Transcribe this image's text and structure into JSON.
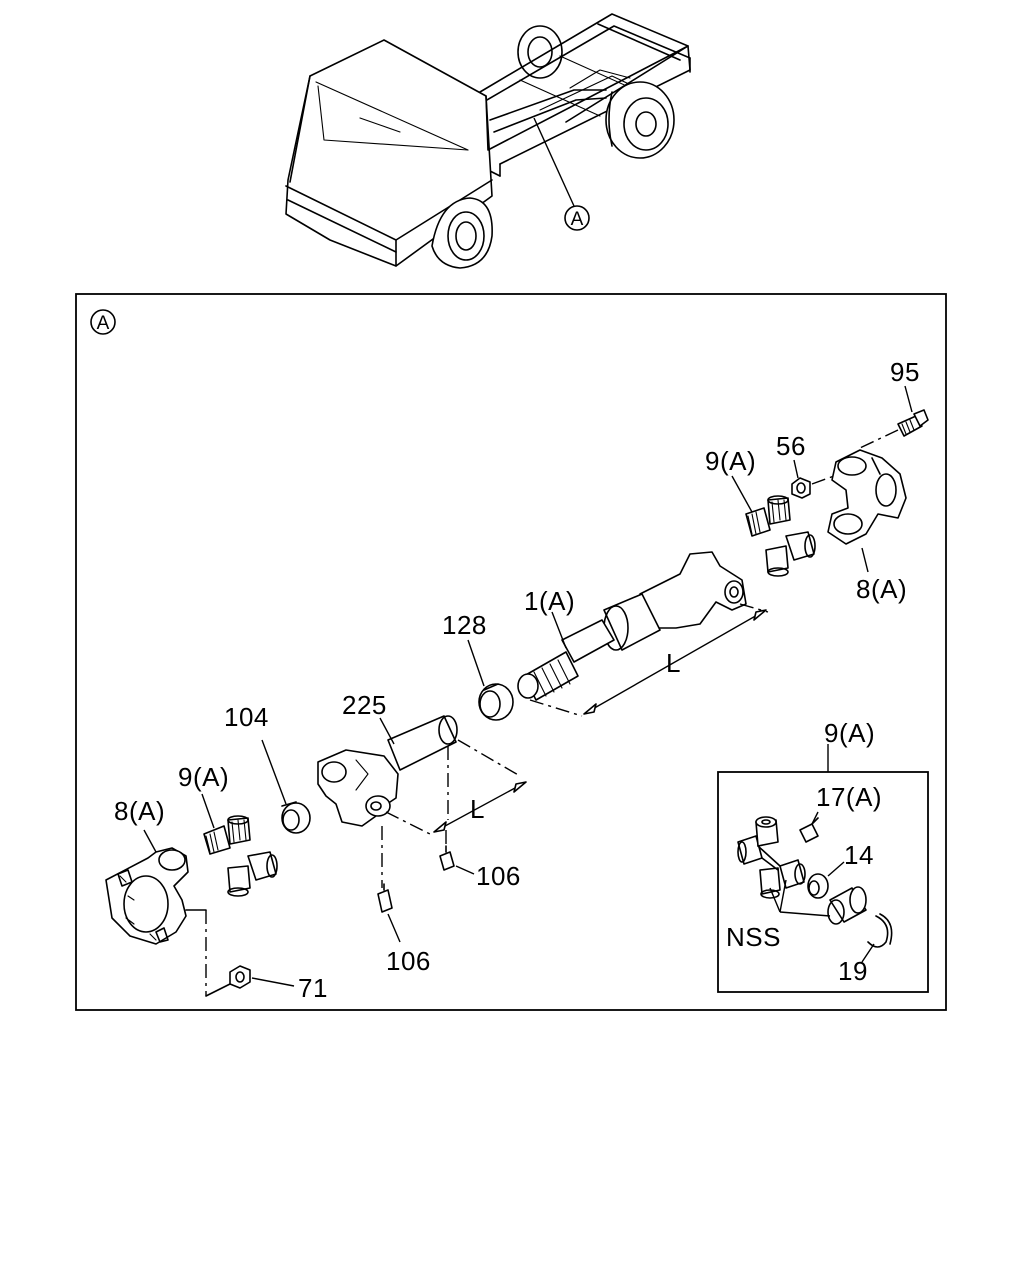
{
  "overview": {
    "view_marker": "A"
  },
  "detail": {
    "view_marker": "A",
    "labels": {
      "p95": "95",
      "p56": "56",
      "p9a_right": "9(A)",
      "p8a_right": "8(A)",
      "p1a": "1(A)",
      "p128": "128",
      "dim_l_upper": "L",
      "p225": "225",
      "p104": "104",
      "p9a_left": "9(A)",
      "p8a_left": "8(A)",
      "dim_l_lower": "L",
      "p106_right": "106",
      "p106_lower": "106",
      "p71": "71"
    },
    "inset": {
      "title": "9(A)",
      "p17a": "17(A)",
      "p14": "14",
      "nss": "NSS",
      "p19": "19"
    }
  }
}
